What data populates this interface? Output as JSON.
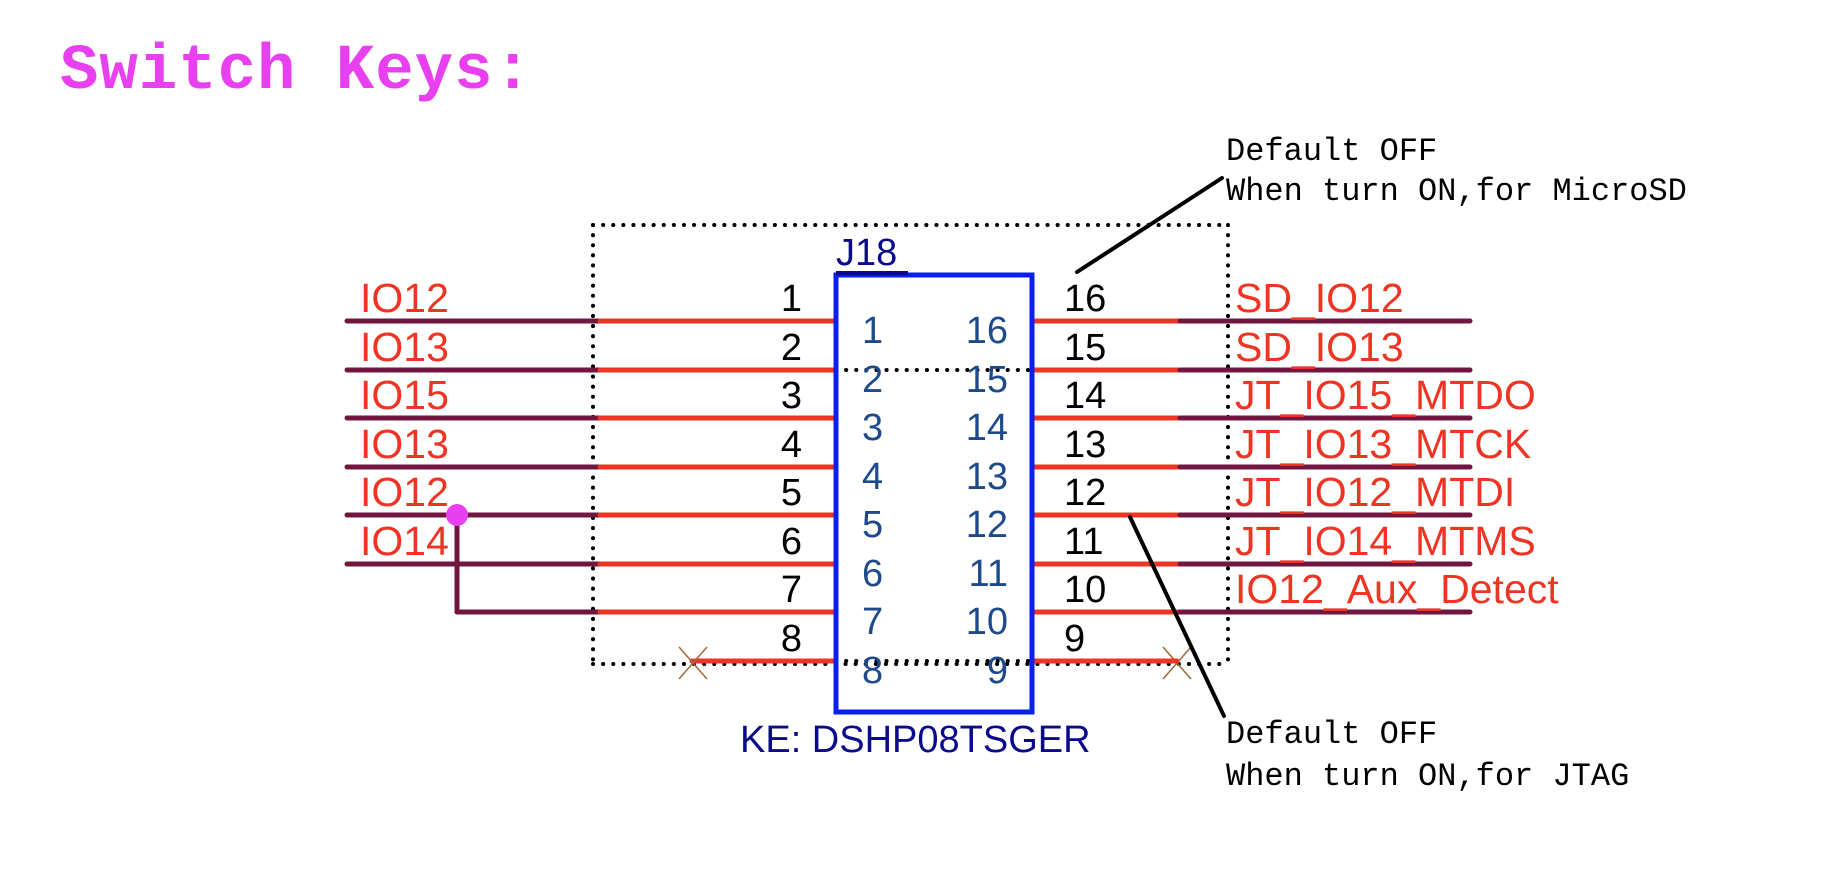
{
  "title": "Switch Keys:",
  "component": {
    "designator": "J18",
    "part_label": "KE: DSHP08TSGER"
  },
  "left_nets": [
    {
      "pin": "1",
      "inner": "1",
      "net": "IO12"
    },
    {
      "pin": "2",
      "inner": "2",
      "net": "IO13"
    },
    {
      "pin": "3",
      "inner": "3",
      "net": "IO15"
    },
    {
      "pin": "4",
      "inner": "4",
      "net": "IO13"
    },
    {
      "pin": "5",
      "inner": "5",
      "net": "IO12"
    },
    {
      "pin": "6",
      "inner": "6",
      "net": "IO14"
    },
    {
      "pin": "7",
      "inner": "7",
      "net": ""
    },
    {
      "pin": "8",
      "inner": "8",
      "net": ""
    }
  ],
  "right_nets": [
    {
      "pin": "16",
      "inner": "16",
      "net": "SD_IO12"
    },
    {
      "pin": "15",
      "inner": "15",
      "net": "SD_IO13"
    },
    {
      "pin": "14",
      "inner": "14",
      "net": "JT_IO15_MTDO"
    },
    {
      "pin": "13",
      "inner": "13",
      "net": "JT_IO13_MTCK"
    },
    {
      "pin": "12",
      "inner": "12",
      "net": "JT_IO12_MTDI"
    },
    {
      "pin": "11",
      "inner": "11",
      "net": "JT_IO14_MTMS"
    },
    {
      "pin": "10",
      "inner": "10",
      "net": "IO12_Aux_Detect"
    },
    {
      "pin": "9",
      "inner": "9",
      "net": ""
    }
  ],
  "annotations": {
    "top": {
      "line1": "Default OFF",
      "line2": "When turn ON,for MicroSD"
    },
    "bottom": {
      "line1": "Default OFF",
      "line2": "When turn ON,for JTAG"
    }
  },
  "colors": {
    "title": "#E840F0",
    "net_label": "#EE3524",
    "wire": "#721640",
    "pin_wire": "#EE3524",
    "component_body": "#0A1EF0",
    "junction": "#E840F0",
    "no_connect": "#9B6A3C"
  }
}
